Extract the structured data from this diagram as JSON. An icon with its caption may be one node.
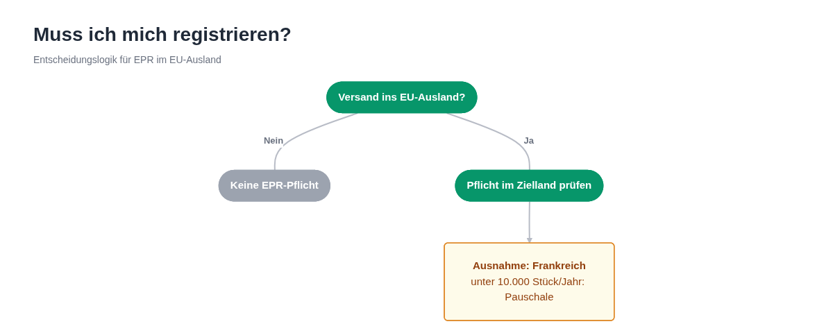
{
  "diagram": {
    "title": "Muss ich mich registrieren?",
    "caption": "Entscheidungslogik für EPR im EU-Ausland",
    "nodes": [
      {
        "text": [
          "Versand ins EU-Ausland?"
        ]
      },
      {
        "text": [
          "Keine EPR-Pflicht"
        ]
      },
      {
        "text": [
          "Pflicht im Zielland prüfen"
        ]
      },
      {
        "text": [
          "Ausnahme: Frankreich",
          "unter 10.000 Stück/Jahr: Pauschale"
        ]
      }
    ],
    "edges": [
      {
        "from": 0,
        "to": 1,
        "label": "Nein",
        "arrow": "none"
      },
      {
        "from": 0,
        "to": 2,
        "label": "Ja",
        "arrow": "none"
      },
      {
        "from": 2,
        "to": 3,
        "arrow": "to"
      }
    ]
  }
}
